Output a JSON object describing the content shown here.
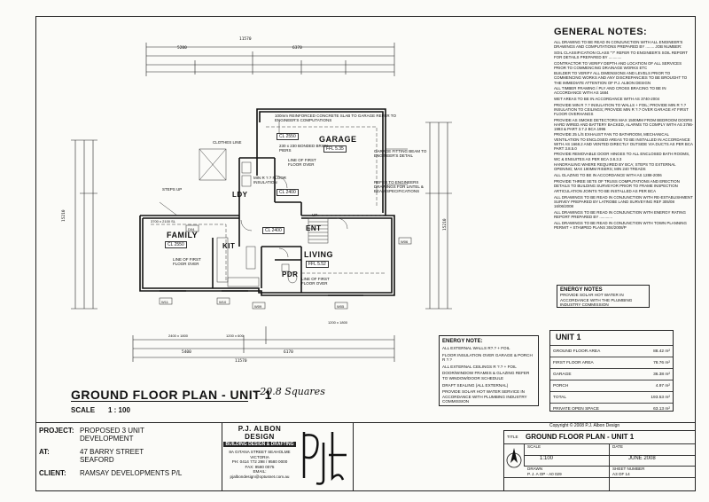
{
  "general_notes": {
    "title": "GENERAL NOTES:",
    "items": [
      "ALL DRAWING TO BE READ IN CONJUNCTION WITH ALL ENGINEER'S DRAWINGS AND COMPUTATIONS PREPARED BY ........ JOB NUMBER:",
      "SOIL CLASSIFICATION CLASS \"?\" REFER TO ENGINEER'S SOIL REPORT FOR DETAILS PREPARED BY ............",
      "CONTRACTOR TO VERIFY DEPTH AND LOCATION OF ALL SERVICES PRIOR TO COMMENCING DRAINAGE WORKS ETC",
      "BUILDER TO VERIFY ALL DIMENSIONS AND LEVELS PRIOR TO COMMENCING WORKS AND ANY DISCREPANCIES TO BE BROUGHT TO THE IMMEDIATE ATTENTION OF P.J. ALBON DESIGN",
      "ALL TIMBER FRAMING / PLY AND CROSS BRACING TO BE IN ACCORDANCE WITH AS 1684",
      "WET AREAS TO BE IN ACCORDANCE WITH AS 3740-2004",
      "PROVIDE MIN R ?.? INSULATION TO WALLS + FOIL; PROVIDE MIN R ?.? INSULATION TO CEILINGS; PROVIDE MIN R ?.? OVER GARAGE AT FIRST FLOOR OVERHANGS",
      "PROVIDE AS SMOKE DETECTORS MAX 1500mm FROM BEDROOM DOORS HARD WIRED AND BATTERY BACKED, ALARMS TO COMPLY WITH AS 3786-1993 & PART 3.7.2 BCA 1996",
      "PROVIDE 25 L/S EXHAUST FAN TO BATHROOM, MECHANICAL VENTILATION TO ENCLOSED AREAS TO BE INSTALLED IN ACCORDANCE WITH AS 1668.2 AND VENTED DIRECTLY OUTSIDE VIA DUCTS AS PER BCA PART 3.8.5.0",
      "PROVIDE REMOVABLE DOOR HINGES TO ALL ENCLOSED BATH ROOMS, WC & ENSUITES AS PER BCA 3.8.3.3",
      "HANDRAILING WHERE REQUIRED BY BCA; STEPS TO EXTERNAL OPENING; MAX 190MM RISERS; MIN 240 TREADS",
      "ALL GLAZING TO BE IN ACCORDANCE WITH AS 1288-2006",
      "PROVIDE THREE SETS OF TRUSS COMPUTATIONS AND ERECTION DETAILS TO BUILDING SURVEYOR PRIOR TO FRAME INSPECTION",
      "ARTICULATION JOINTS TO BE INSTALLED AS PER BCA",
      "ALL DRAWINGS TO BE READ IN CONJUNCTION WITH RE-ESTABLISHMENT SURVEY PREPARED BY LATROBE LAND SURVEYING REF 305/08 16/06/2008",
      "ALL DRAWINGS TO BE READ IN CONJUNCTION WITH ENERGY RATING REPORT PREPARED BY ............",
      "ALL DRAWINGS TO BE READ IN CONJUNCTION WITH TOWN PLANNING PERMIT + STAMPED PLANS 304/2008/P"
    ]
  },
  "energy_notes_box": {
    "title": "ENERGY NOTES",
    "text": "PROVIDE SOLAR HOT WATER IN ACCORDANCE WITH THE PLUMBING INDUSTRY COMMISSION"
  },
  "energy_note_list": {
    "title": "ENERGY NOTE:",
    "items": [
      "ALL EXTERNAL WALLS R?.? + FOIL",
      "FLOOR INSULATION OVER GARAGE & PORCH R ?.?",
      "ALL EXTERNAL CEILINGS R ?.? + FOIL",
      "DOOR/WINDOW FRAMES & GLAZING REFER TO WINDOW/DOOR SCHEDULE",
      "DRAFT SEALING (ALL EXTERNAL)",
      "PROVIDE SOLAR HOT WATER SERVICE IN ACCORDANCE WITH PLUMBING INDUSTRY COMMISSION"
    ]
  },
  "area_schedule": {
    "title": "UNIT 1",
    "rows": [
      {
        "label": "GROUND FLOOR AREA",
        "value": "88.42 m²"
      },
      {
        "label": "FIRST FLOOR AREA",
        "value": "78.76 m²"
      },
      {
        "label": "GARAGE",
        "value": "36.38 m²"
      },
      {
        "label": "PORCH",
        "value": "4.97 m²"
      },
      {
        "label": "TOTAL",
        "value": "193.53 m²"
      },
      {
        "label": "PRIVATE OPEN SPACE",
        "value": "63.13 m²"
      }
    ]
  },
  "plan_title": {
    "text": "GROUND FLOOR PLAN - UNIT 1",
    "scale_label": "SCALE",
    "scale_value": "1 : 100",
    "handwritten": "- 20.8 Squares"
  },
  "project_info": {
    "project_label": "PROJECT:",
    "project_value": "PROPOSED 3 UNIT DEVELOPMENT",
    "at_label": "AT:",
    "at_value": "47 BARRY STREET SEAFORD",
    "client_label": "CLIENT:",
    "client_value": "RAMSAY DEVELOPMENTS P/L"
  },
  "designer": {
    "name": "P.J. ALBON DESIGN",
    "tagline": "BUILDING DESIGN & DRAFTING",
    "address": "8A GITANA STREET SEAHOLME VICTORIA",
    "phone": "PH: 0414 772 298 / 9580 0000",
    "fax": "FAX: 9580 0075",
    "email": "EMAIL: pjalbondesign@optusnet.com.au"
  },
  "title_block": {
    "copyright": "Copyright © 2008    P.J. Albon Design",
    "title_label": "TITLE",
    "title_value": "GROUND FLOOR PLAN - UNIT 1",
    "scale_label": "SCALE",
    "scale_value": "1:100",
    "date_label": "DATE",
    "date_value": "JUNE 2008",
    "drawn_label": "DRAWN",
    "drawn_value": "P. J. A   OP - A0 029",
    "sheet_label": "SHEET NUMBER",
    "sheet_value": "A3 OF 14"
  },
  "rooms": {
    "garage": "GARAGE",
    "family": "FAMILY",
    "living": "LIVING",
    "kit": "KIT",
    "ldy": "LDY",
    "ent": "ENT",
    "pdr": "PDR",
    "cl_garage": "CL 2550",
    "ffl_garage": "FFL 5.35",
    "cl_family": "CL 2550",
    "cl_ldy": "CL 2400",
    "cl_ent": "CL 2400",
    "ffl_living": "FFL 5.52"
  },
  "plan_notes": {
    "slab_note": "100mm REINFORCED CONCRETE SLAB TO GARAGE REFER TO ENGINEER'S COMPUTATIONS",
    "clothes_line": "CLOTHES LINE",
    "piers": "230 x 230 BONDED BRICK PIERS",
    "line_first_floor": "LINE OF FIRST FLOOR OVER",
    "insulation": "MIN R ?.? FLOOR INSULATION",
    "fitting_beam": "GARAGE FITTING BEAM TO ENGINEER'S DETAIL",
    "refer_engineers": "REFER TO ENGINEERS DRAWINGS FOR LINTEL & BEAM SPECIFICATIONS",
    "steps_up": "STEPS UP",
    "line_first_floor_2": "LINE OF FIRST FLOOR OVER",
    "line_first_floor_3": "LINE OF FIRST FLOOR OVER",
    "up": "UP"
  },
  "dimensions": {
    "overall_top": "11570",
    "top_a": "5200",
    "top_b": "6370",
    "overall_bottom": "11570",
    "bottom_a": "5400",
    "bottom_b": "6170",
    "left_total": "15210",
    "right_total": "15210"
  }
}
